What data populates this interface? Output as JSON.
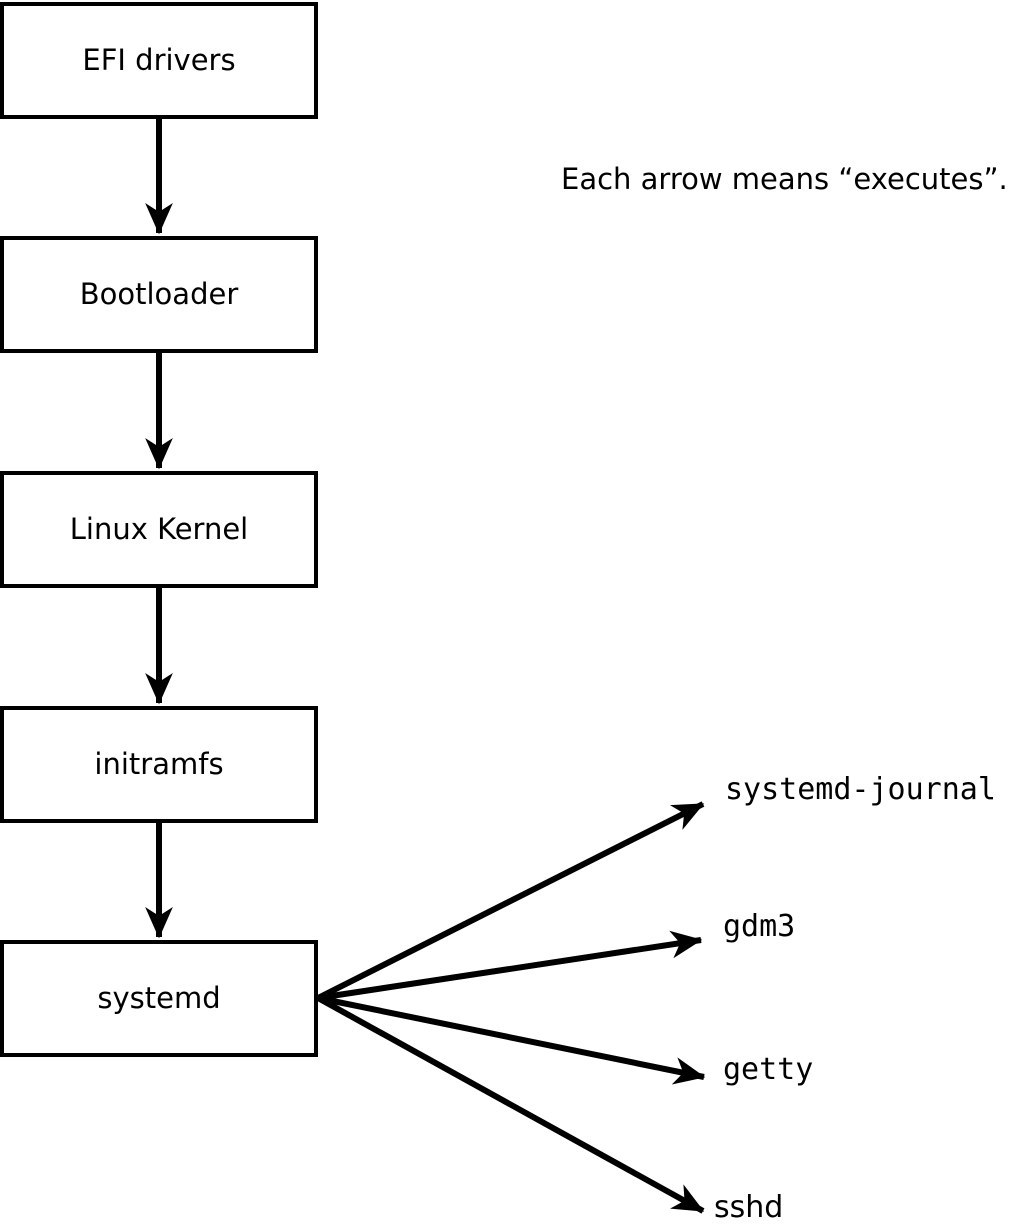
{
  "annotation": {
    "text": "Each arrow means “executes”."
  },
  "chain": {
    "boxes": [
      {
        "label": "EFI drivers"
      },
      {
        "label": "Bootloader"
      },
      {
        "label": "Linux Kernel"
      },
      {
        "label": "initramfs"
      },
      {
        "label": "systemd"
      }
    ]
  },
  "fanout": {
    "targets": [
      {
        "label": "systemd-journal"
      },
      {
        "label": "gdm3"
      },
      {
        "label": "getty"
      },
      {
        "label": "sshd"
      }
    ]
  },
  "colors": {
    "ink": "#000000",
    "background": "#ffffff"
  }
}
